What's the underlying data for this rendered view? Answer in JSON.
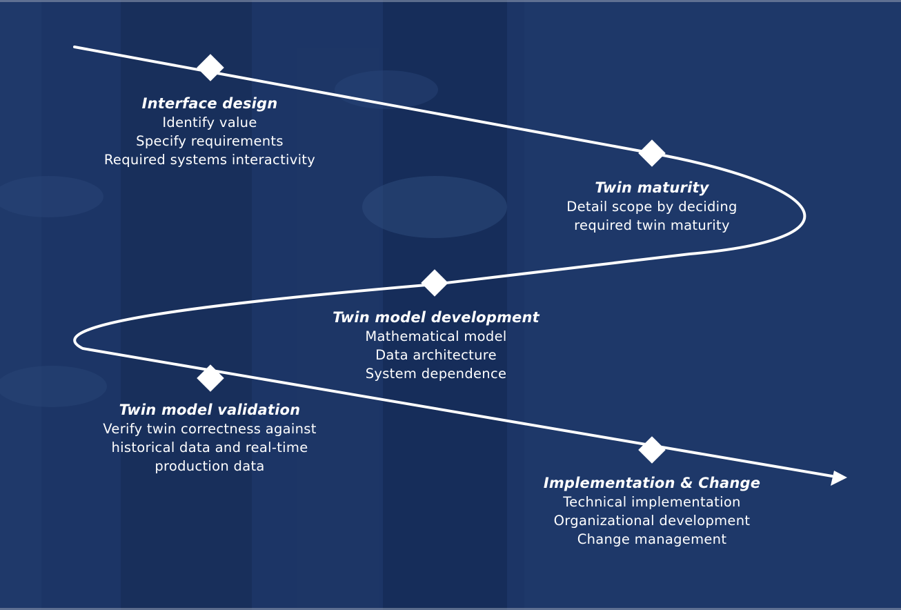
{
  "steps": [
    {
      "title": "Interface design",
      "lines": [
        "Identify value",
        "Specify requirements",
        "Required systems interactivity"
      ]
    },
    {
      "title": "Twin maturity",
      "lines": [
        "Detail scope by deciding",
        "required twin maturity"
      ]
    },
    {
      "title": "Twin model development",
      "lines": [
        "Mathematical model",
        "Data architecture",
        "System dependence"
      ]
    },
    {
      "title": "Twin model validation",
      "lines": [
        "Verify twin correctness against",
        "historical data and real-time",
        "production data"
      ]
    },
    {
      "title": "Implementation & Change",
      "lines": [
        "Technical implementation",
        "Organizational development",
        "Change management"
      ]
    }
  ],
  "colors": {
    "overlay": "#1c3566",
    "flow_line": "#ffffff",
    "text": "#ffffff"
  },
  "icons": {
    "milestone": "diamond-icon",
    "end": "arrowhead-icon"
  }
}
